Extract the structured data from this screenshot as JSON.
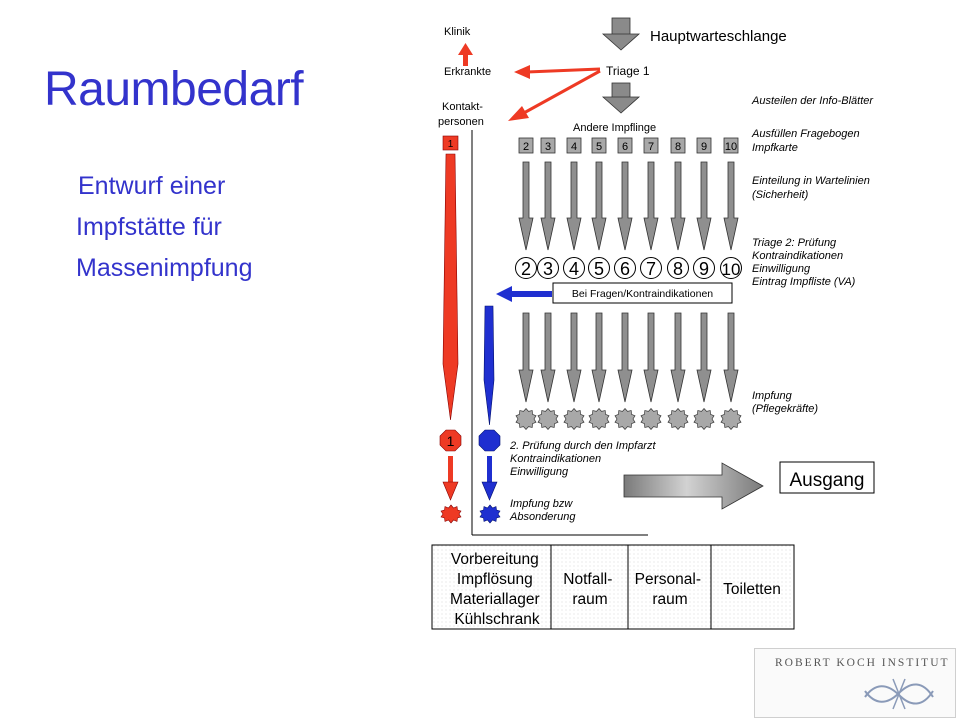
{
  "slide": {
    "title": "Raumbedarf",
    "subtitle_lines": [
      "Entwurf einer",
      "Impfstätte für",
      "Massenimpfung"
    ]
  },
  "diagram": {
    "top": {
      "klinik": "Klinik",
      "erkrankte": "Erkrankte",
      "kontakt_line1": "Kontakt-",
      "kontakt_line2": "personen",
      "hauptwarteschlange": "Hauptwarteschlange",
      "triage1": "Triage 1",
      "andere_impflinge": "Andere Impflinge"
    },
    "lane_numbers": [
      "2",
      "3",
      "4",
      "5",
      "6",
      "7",
      "8",
      "9",
      "10"
    ],
    "red_badge": "1",
    "bei_fragen": "Bei Fragen/Kontraindikationen",
    "notes": {
      "info": [
        "Austeilen der Info-Blätter"
      ],
      "fragebogen": [
        "Ausfüllen Fragebogen",
        "Impfkarte"
      ],
      "einteilung": [
        "Einteilung in Wartelinien",
        "(Sicherheit)"
      ],
      "triage2": [
        "Triage 2: Prüfung",
        "Kontraindikationen",
        "Einwilligung",
        "Eintrag Impfliste (VA)"
      ],
      "impfung": [
        "Impfung",
        "(Pflegekräfte)"
      ],
      "pruefung2": [
        "2. Prüfung durch den Impfarzt",
        "Kontraindikationen",
        "Einwilligung"
      ],
      "absonderung": [
        "Impfung bzw",
        "Absonderung"
      ]
    },
    "ausgang": "Ausgang",
    "rooms": [
      {
        "lines": [
          "Vorbereitung",
          "Impflösung",
          "Materiallager",
          "Kühlschrank"
        ]
      },
      {
        "lines": [
          "Notfall-",
          "raum"
        ]
      },
      {
        "lines": [
          "Personal-",
          "raum"
        ]
      },
      {
        "lines": [
          "Toiletten"
        ]
      }
    ],
    "colors": {
      "red": "#ee3a24",
      "blue": "#1f2fd0",
      "gray": "#9a9a9a"
    }
  },
  "logo": {
    "text": "ROBERT KOCH INSTITUT"
  }
}
